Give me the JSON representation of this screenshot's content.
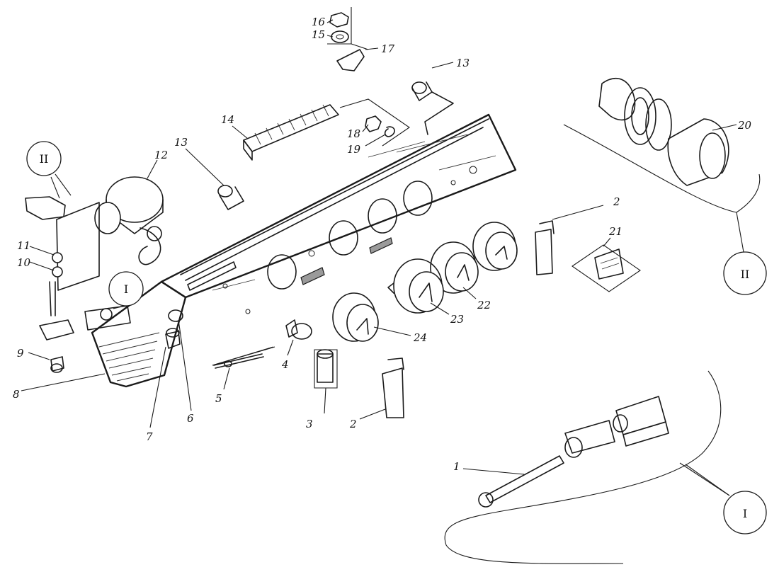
{
  "callouts": {
    "n1": "1",
    "n2a": "2",
    "n2b": "2",
    "n3": "3",
    "n4": "4",
    "n5": "5",
    "n6": "6",
    "n7": "7",
    "n8": "8",
    "n9": "9",
    "n10": "10",
    "n11": "11",
    "n12": "12",
    "n13a": "13",
    "n13b": "13",
    "n14": "14",
    "n15": "15",
    "n16": "16",
    "n17": "17",
    "n18": "18",
    "n19": "19",
    "n20": "20",
    "n21": "21",
    "n22": "22",
    "n23": "23",
    "n24": "24"
  },
  "views": {
    "detail_I_top": "I",
    "detail_I_bottom": "I",
    "detail_II_top": "II",
    "detail_II_right": "II"
  }
}
